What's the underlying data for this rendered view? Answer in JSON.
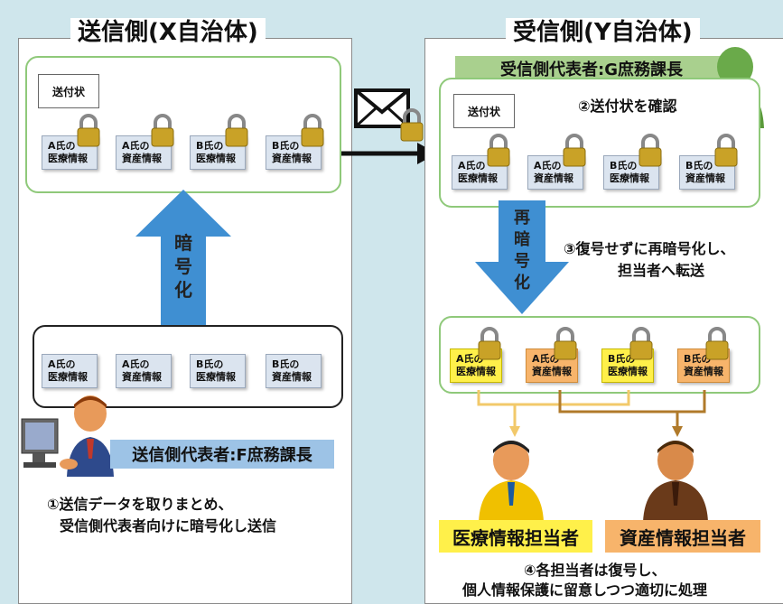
{
  "left": {
    "title": "送信側(X自治体)",
    "cover": "送付状",
    "encrypted_tiles": [
      [
        "A氏の",
        "医療情報"
      ],
      [
        "A氏の",
        "資産情報"
      ],
      [
        "B氏の",
        "医療情報"
      ],
      [
        "B氏の",
        "資産情報"
      ]
    ],
    "arrow_chars": [
      "暗",
      "号",
      "化"
    ],
    "plain_tiles": [
      [
        "A氏の",
        "医療情報"
      ],
      [
        "A氏の",
        "資産情報"
      ],
      [
        "B氏の",
        "医療情報"
      ],
      [
        "B氏の",
        "資産情報"
      ]
    ],
    "rep_label": "送信側代表者:F庶務課長",
    "step1": [
      "①送信データを取りまとめ、",
      "受信側代表者向けに暗号化し送信"
    ]
  },
  "right": {
    "title": "受信側(Y自治体)",
    "rep_label": "受信側代表者:G庶務課長",
    "step2": "②送付状を確認",
    "cover": "送付状",
    "tiles": [
      [
        "A氏の",
        "医療情報"
      ],
      [
        "A氏の",
        "資産情報"
      ],
      [
        "B氏の",
        "医療情報"
      ],
      [
        "B氏の",
        "資産情報"
      ]
    ],
    "arrow_chars": [
      "再",
      "暗",
      "号",
      "化"
    ],
    "step3": [
      "③復号せずに再暗号化し、",
      "担当者へ転送"
    ],
    "re_tiles": [
      [
        "A氏の",
        "医療情報"
      ],
      [
        "A氏の",
        "資産情報"
      ],
      [
        "B氏の",
        "医療情報"
      ],
      [
        "B氏の",
        "資産情報"
      ]
    ],
    "medical_label": "医療情報担当者",
    "asset_label": "資産情報担当者",
    "step4": [
      "④各担当者は復号し、",
      "個人情報保護に留意しつつ適切に処理"
    ]
  },
  "colors": {
    "blue_arrow": "#3f8fd2",
    "green_border": "#8fc97a",
    "yellow": "#fff04a",
    "orange": "#f7b46b",
    "label_blue": "#9dc3e6",
    "label_green": "#a9d08e"
  }
}
